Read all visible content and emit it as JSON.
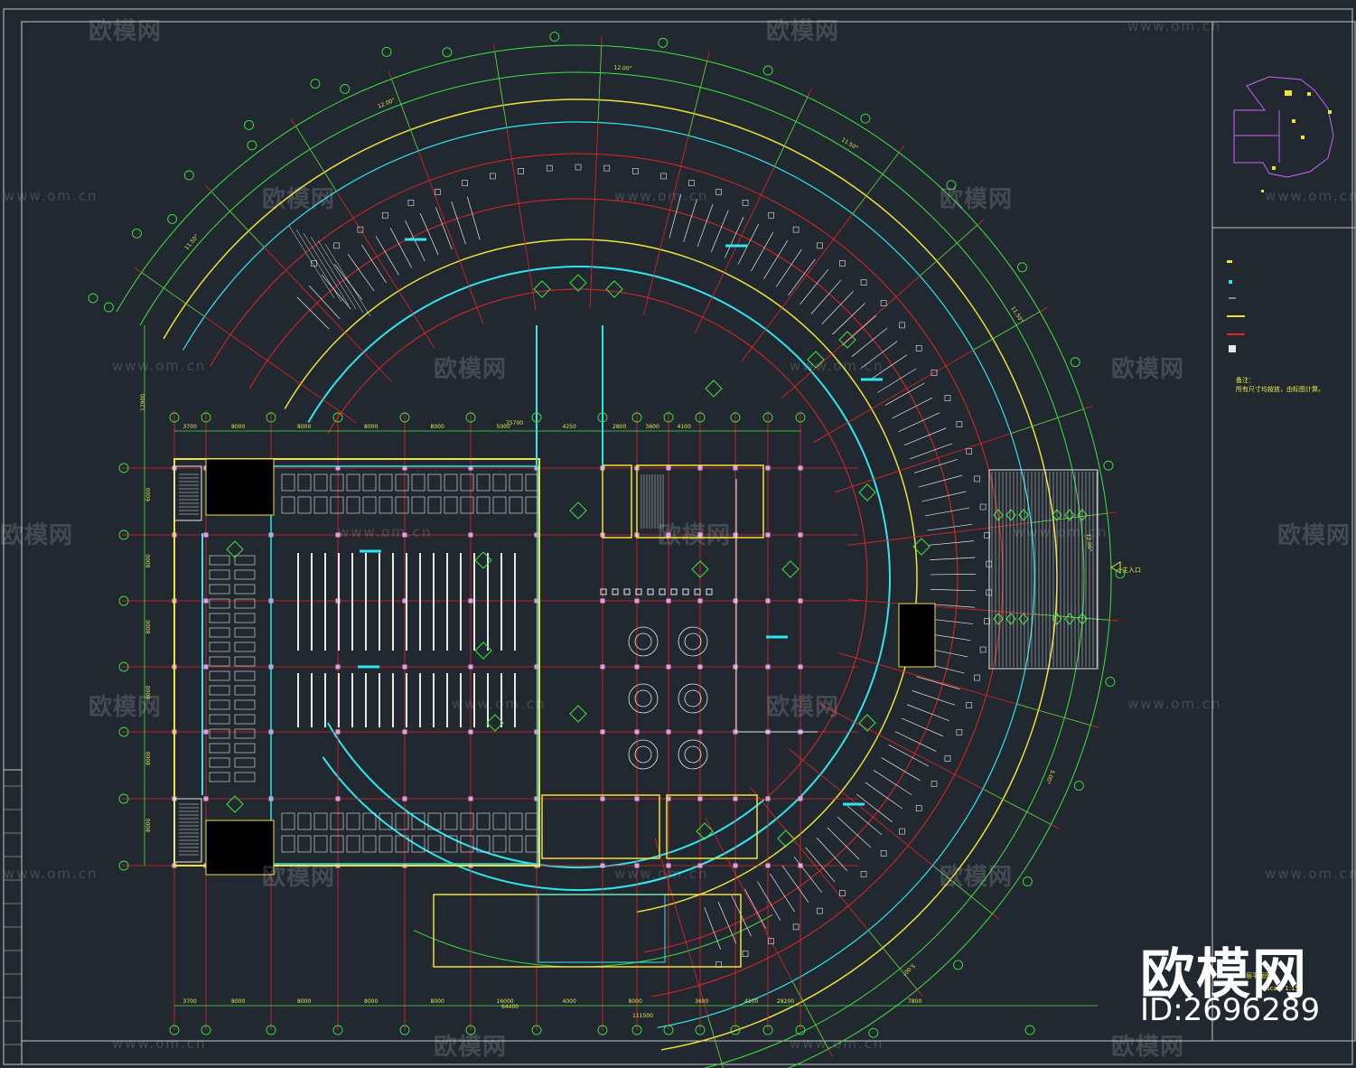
{
  "drawing": {
    "dimensions_top": [
      "3700",
      "8000",
      "8000",
      "8000",
      "8000",
      "5000",
      "4250",
      "2800",
      "3600",
      "4100"
    ],
    "dimension_total_top": "75700",
    "dimensions_bottom": [
      "3700",
      "8000",
      "8000",
      "8000",
      "8000",
      "16000",
      "4000",
      "8000",
      "3600",
      "4100",
      "28200",
      "7800"
    ],
    "dimension_total_bottom": "111500",
    "dimension_mid_bottom": "64400",
    "dimensions_left": [
      "6000",
      "8000",
      "8000",
      "8000",
      "8000",
      "8000"
    ],
    "dimension_total_left": "12900",
    "arc_dimensions": [
      "11.50°",
      "12.00°",
      "12.00°",
      "11.50°",
      "11.50°",
      "12.00°",
      "5.00°",
      "5.00°"
    ],
    "entrance_label": "主入口",
    "notes_title": "备注：",
    "notes_text": "所有尺寸均按放，由标图计算。",
    "plan_title": "一层平面图",
    "scale": "scale 1:150",
    "colors": {
      "green": "#3ee43e",
      "yellow": "#f0e03c",
      "red": "#e82424",
      "cyan": "#2ee6f0",
      "white": "#e8e8e8",
      "magenta": "#d060ff"
    }
  },
  "watermarks": {
    "brand_cn": "欧模网",
    "url": "www.om.cn"
  },
  "brand": {
    "name": "欧模网",
    "id": "ID:2696289"
  }
}
